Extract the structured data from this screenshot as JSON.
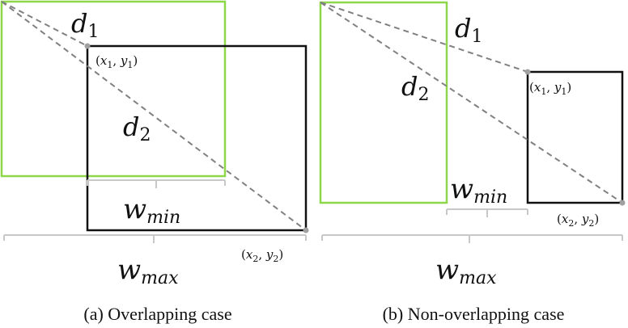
{
  "panel_a": {
    "d1": "d",
    "d1_sub": "1",
    "d2": "d",
    "d2_sub": "2",
    "p1": "(x1, y1)",
    "p1_label": {
      "open": "(",
      "x": "x",
      "xs": "1",
      "sep": ", ",
      "y": "y",
      "ys": "1",
      "close": ")"
    },
    "p2_label": {
      "open": "(",
      "x": "x",
      "xs": "2",
      "sep": ", ",
      "y": "y",
      "ys": "2",
      "close": ")"
    },
    "wmin": "w",
    "wmin_sub": "min",
    "wmax": "w",
    "wmax_sub": "max",
    "caption": "(a) Overlapping case"
  },
  "panel_b": {
    "d1": "d",
    "d1_sub": "1",
    "d2": "d",
    "d2_sub": "2",
    "p1_label": {
      "open": "(",
      "x": "x",
      "xs": "1",
      "sep": ", ",
      "y": "y",
      "ys": "1",
      "close": ")"
    },
    "p2_label": {
      "open": "(",
      "x": "x",
      "xs": "2",
      "sep": ", ",
      "y": "y",
      "ys": "2",
      "close": ")"
    },
    "wmin": "w",
    "wmin_sub": "min",
    "wmax": "w",
    "wmax_sub": "max",
    "caption": "(b) Non-overlapping case"
  }
}
